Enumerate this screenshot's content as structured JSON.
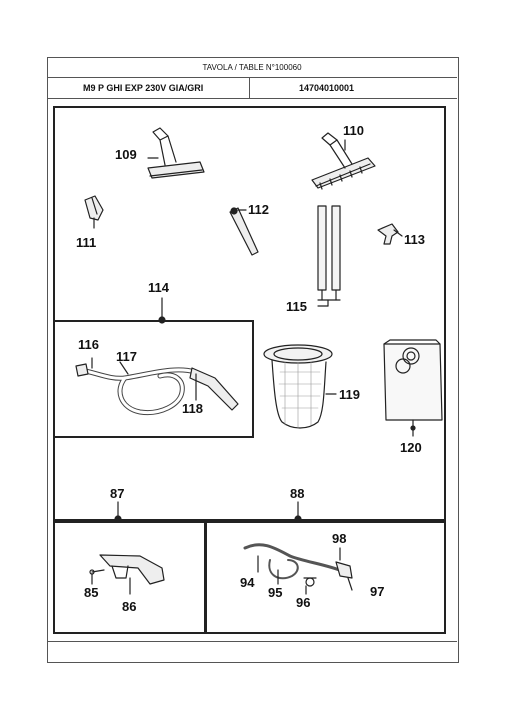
{
  "header": {
    "table_ref": "TAVOLA / TABLE N°100060",
    "model": "M9 P GHI EXP 230V GIA/GRI",
    "code": "14704010001"
  },
  "labels": {
    "l109": "109",
    "l110": "110",
    "l111": "111",
    "l112": "112",
    "l113": "113",
    "l114": "114",
    "l115": "115",
    "l116": "116",
    "l117": "117",
    "l118": "118",
    "l119": "119",
    "l120": "120",
    "l87": "87",
    "l88": "88",
    "l85": "85",
    "l86": "86",
    "l94": "94",
    "l95": "95",
    "l96": "96",
    "l97": "97",
    "l98": "98"
  }
}
